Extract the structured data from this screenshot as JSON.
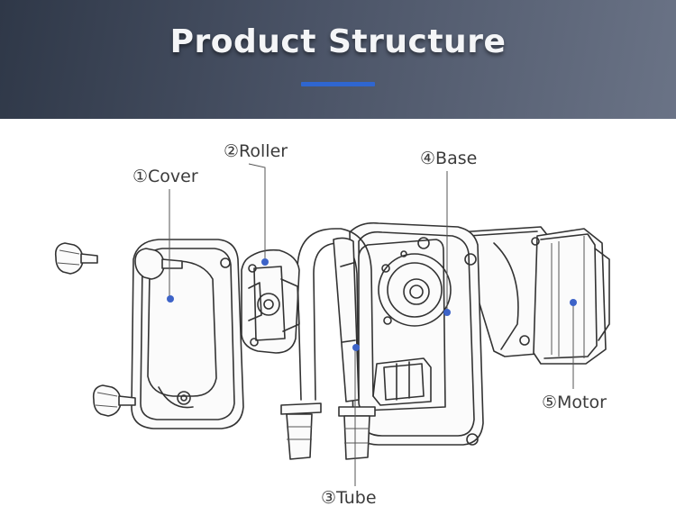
{
  "header": {
    "title": "Product Structure",
    "accent_color": "#2f66d0",
    "background_color": "#3d4657"
  },
  "parts": [
    {
      "id": "cover",
      "label": "①Cover"
    },
    {
      "id": "roller",
      "label": "②Roller"
    },
    {
      "id": "tube",
      "label": "③Tube"
    },
    {
      "id": "base",
      "label": "④Base"
    },
    {
      "id": "motor",
      "label": "⑤Motor"
    }
  ],
  "marker_color": "#3d63c8"
}
